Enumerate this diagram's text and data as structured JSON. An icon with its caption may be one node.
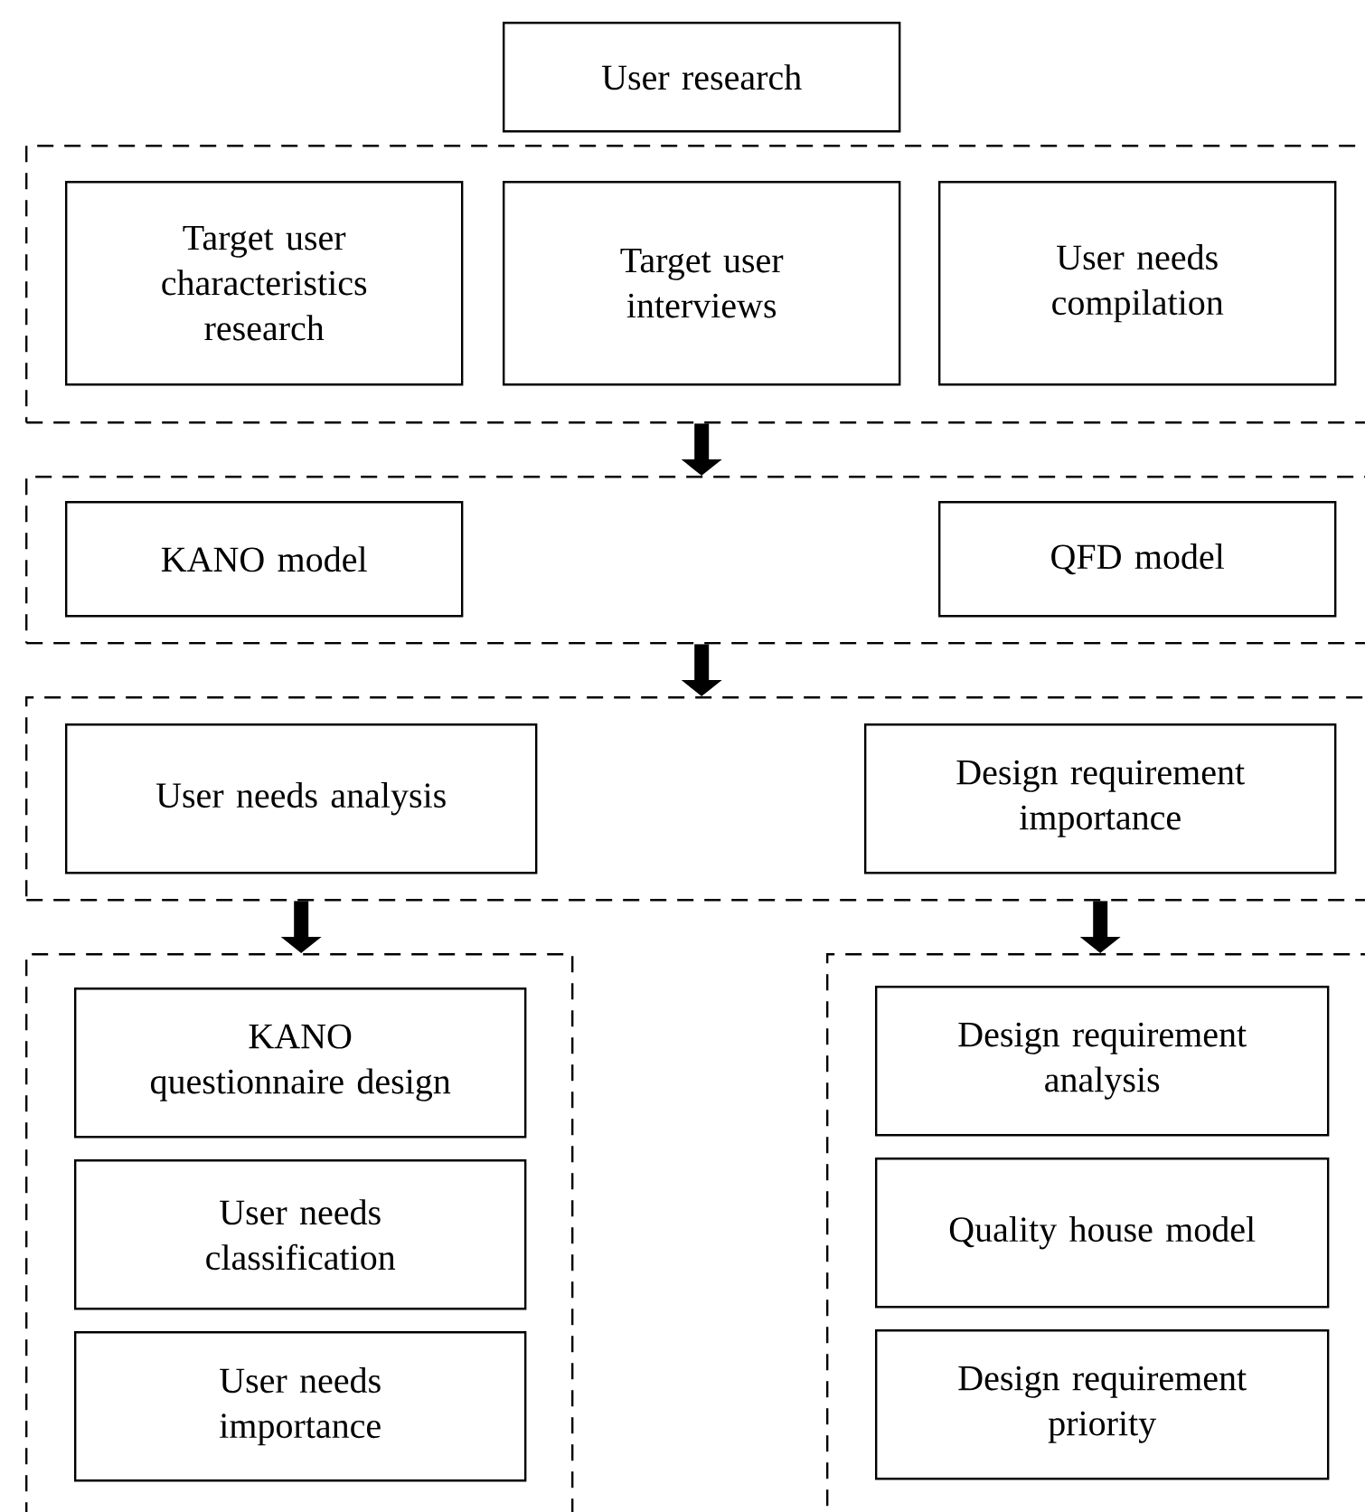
{
  "diagram": {
    "nodes": [
      {
        "text": [
          "User research"
        ]
      },
      {
        "text": [],
        "shape": "box"
      },
      {
        "text": [
          "Target user characteristics research"
        ],
        "in": 1
      },
      {
        "text": [
          "Target user interviews"
        ],
        "in": 1
      },
      {
        "text": [
          "User needs compilation"
        ],
        "in": 1
      },
      {
        "text": [],
        "shape": "box"
      },
      {
        "text": [
          "KANO model"
        ],
        "in": 5
      },
      {
        "text": [
          "QFD model"
        ],
        "in": 5
      },
      {
        "text": [],
        "shape": "box"
      },
      {
        "text": [
          "User needs analysis"
        ],
        "in": 8
      },
      {
        "text": [
          "Design requirement importance"
        ],
        "in": 8
      },
      {
        "text": [],
        "shape": "box"
      },
      {
        "text": [
          "KANO questionnaire design"
        ],
        "in": 11
      },
      {
        "text": [
          "User needs classification"
        ],
        "in": 11
      },
      {
        "text": [
          "User needs importance"
        ],
        "in": 11
      },
      {
        "text": [],
        "shape": "box"
      },
      {
        "text": [
          "Design requirement analysis"
        ],
        "in": 15
      },
      {
        "text": [
          "Quality house model"
        ],
        "in": 15
      },
      {
        "text": [
          "Design requirement priority"
        ],
        "in": 15
      }
    ],
    "edges": [
      {
        "from": 1,
        "to": 5,
        "arrow": "to"
      },
      {
        "from": 5,
        "to": 8,
        "arrow": "to"
      },
      {
        "from": 8,
        "to": 11,
        "arrow": "to"
      },
      {
        "from": 8,
        "to": 15,
        "arrow": "to"
      }
    ]
  }
}
